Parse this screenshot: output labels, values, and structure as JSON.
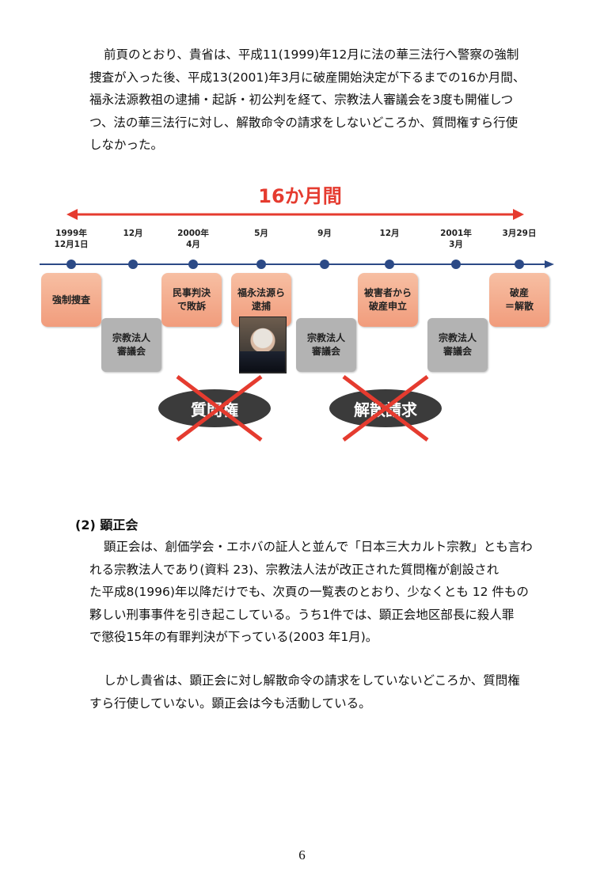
{
  "paragraph1": [
    "前頁のとおり、貴省は、平成11(1999)年12月に法の華三法行へ警察の強制",
    "捜査が入った後、平成13(2001)年3月に破産開始決定が下るまでの16か月間、",
    "福永法源教祖の逮捕・起訴・初公判を経て、宗教法人審議会を3度も開催しつ",
    "つ、法の華三法行に対し、解散命令の請求をしないどころか、質問権すら行使",
    "しなかった。"
  ],
  "timeline": {
    "period_label": "16か月間",
    "dates": [
      {
        "line1": "1999年",
        "line2": "12月1日"
      },
      {
        "line1": "",
        "line2": "12月"
      },
      {
        "line1": "2000年",
        "line2": "4月"
      },
      {
        "line1": "",
        "line2": "5月"
      },
      {
        "line1": "",
        "line2": "9月"
      },
      {
        "line1": "",
        "line2": "12月"
      },
      {
        "line1": "2001年",
        "line2": "3月"
      },
      {
        "line1": "",
        "line2": "3月29日"
      }
    ],
    "events": {
      "raid": "強制捜査",
      "council1": "宗教法人\n審議会",
      "civil_suit": "民事判決\nで敗訴",
      "arrest": "福永法源ら\n逮捕",
      "council2": "宗教法人\n審議会",
      "bankruptcy_filing": "被害者から\n破産申立",
      "council3": "宗教法人\n審議会",
      "dissolution": "破産\n＝解散"
    },
    "crossed_out": [
      "質問権",
      "解散請求"
    ],
    "colors": {
      "accent_red": "#e53b2f",
      "timeline_blue": "#2c4a86",
      "event_box": "#f4ab8c",
      "council_box": "#b3b3b3",
      "oval": "#3b3b3b"
    }
  },
  "section2": {
    "heading": "(2) 顕正会",
    "paragraph1": [
      "顕正会は、創価学会・エホバの証人と並んで「日本三大カルト宗教」とも言わ",
      "れる宗教法人であり(資料 23)、宗教法人法が改正された質問権が創設され",
      "た平成8(1996)年以降だけでも、次頁の一覧表のとおり、少なくとも 12 件もの",
      "夥しい刑事事件を引き起こしている。うち1件では、顕正会地区部長に殺人罪",
      "で懲役15年の有罪判決が下っている(2003 年1月)。"
    ],
    "paragraph2": [
      "しかし貴省は、顕正会に対し解散命令の請求をしていないどころか、質問権",
      "すら行使していない。顕正会は今も活動している。"
    ]
  },
  "page_number": "6"
}
